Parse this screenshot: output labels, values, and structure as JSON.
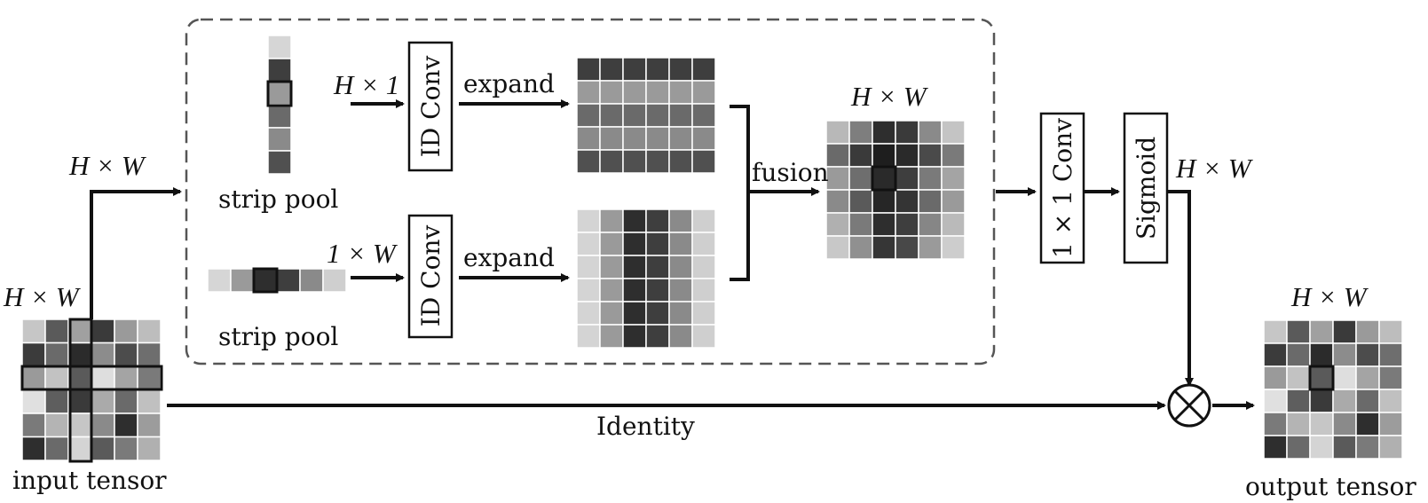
{
  "labels": {
    "hw_input": "H × W",
    "hw_branch": "H × W",
    "h1": "H × 1",
    "w1": "1 × W",
    "expand_top": "expand",
    "expand_bottom": "expand",
    "strip_pool_top": "strip pool",
    "strip_pool_bottom": "strip pool",
    "conv1d_top": "ID Conv",
    "conv1d_bottom": "ID Conv",
    "fusion": "fusion",
    "hw_fused": "H × W",
    "conv1x1": "1 × 1 Conv",
    "sigmoid": "Sigmoid",
    "hw_sigmoid": "H × W",
    "hw_output": "H × W",
    "identity": "Identity",
    "input_tensor": "input tensor",
    "output_tensor": "output tensor",
    "multiply_symbol": "⊗"
  },
  "grids": {
    "input": [
      [
        "#c6c6c6",
        "#5a5a5a",
        "#a0a0a0",
        "#3a3a3a",
        "#9a9a9a",
        "#bdbdbd"
      ],
      [
        "#3b3b3b",
        "#6a6a6a",
        "#2b2b2b",
        "#8c8c8c",
        "#4c4c4c",
        "#6e6e6e"
      ],
      [
        "#9a9a9a",
        "#c2c2c2",
        "#5a5a5a",
        "#dedede",
        "#a4a4a4",
        "#7a7a7a"
      ],
      [
        "#e0e0e0",
        "#5e5e5e",
        "#3a3a3a",
        "#aaaaaa",
        "#6a6a6a",
        "#c0c0c0"
      ],
      [
        "#7a7a7a",
        "#b4b4b4",
        "#c6c6c6",
        "#8a8a8a",
        "#2e2e2e",
        "#9c9c9c"
      ],
      [
        "#2e2e2e",
        "#6a6a6a",
        "#d4d4d4",
        "#5a5a5a",
        "#7a7a7a",
        "#b0b0b0"
      ]
    ],
    "output": [
      [
        "#c6c6c6",
        "#5a5a5a",
        "#a0a0a0",
        "#3a3a3a",
        "#9a9a9a",
        "#bdbdbd"
      ],
      [
        "#3b3b3b",
        "#6a6a6a",
        "#2b2b2b",
        "#8c8c8c",
        "#4c4c4c",
        "#6e6e6e"
      ],
      [
        "#9a9a9a",
        "#c2c2c2",
        "#5a5a5a",
        "#dedede",
        "#a4a4a4",
        "#7a7a7a"
      ],
      [
        "#e0e0e0",
        "#5e5e5e",
        "#3a3a3a",
        "#aaaaaa",
        "#6a6a6a",
        "#c0c0c0"
      ],
      [
        "#7a7a7a",
        "#b4b4b4",
        "#c6c6c6",
        "#8a8a8a",
        "#2e2e2e",
        "#9c9c9c"
      ],
      [
        "#2e2e2e",
        "#6a6a6a",
        "#d4d4d4",
        "#5a5a5a",
        "#7a7a7a",
        "#b0b0b0"
      ]
    ],
    "h_expand": [
      [
        "#3e3e3e",
        "#3e3e3e",
        "#3e3e3e",
        "#3e3e3e",
        "#3e3e3e",
        "#3e3e3e"
      ],
      [
        "#9a9a9a",
        "#9a9a9a",
        "#9a9a9a",
        "#9a9a9a",
        "#9a9a9a",
        "#9a9a9a"
      ],
      [
        "#6a6a6a",
        "#6a6a6a",
        "#6a6a6a",
        "#6a6a6a",
        "#6a6a6a",
        "#6a6a6a"
      ],
      [
        "#8a8a8a",
        "#8a8a8a",
        "#8a8a8a",
        "#8a8a8a",
        "#8a8a8a",
        "#8a8a8a"
      ],
      [
        "#505050",
        "#505050",
        "#505050",
        "#505050",
        "#505050",
        "#505050"
      ]
    ],
    "w_expand": [
      [
        "#d4d4d4",
        "#9a9a9a",
        "#2e2e2e",
        "#3e3e3e",
        "#8a8a8a",
        "#cfcfcf"
      ],
      [
        "#d4d4d4",
        "#9a9a9a",
        "#2e2e2e",
        "#3e3e3e",
        "#8a8a8a",
        "#cfcfcf"
      ],
      [
        "#d4d4d4",
        "#9a9a9a",
        "#2e2e2e",
        "#3e3e3e",
        "#8a8a8a",
        "#cfcfcf"
      ],
      [
        "#d4d4d4",
        "#9a9a9a",
        "#2e2e2e",
        "#3e3e3e",
        "#8a8a8a",
        "#cfcfcf"
      ],
      [
        "#d4d4d4",
        "#9a9a9a",
        "#2e2e2e",
        "#3e3e3e",
        "#8a8a8a",
        "#cfcfcf"
      ],
      [
        "#d4d4d4",
        "#9a9a9a",
        "#2e2e2e",
        "#3e3e3e",
        "#8a8a8a",
        "#cfcfcf"
      ]
    ],
    "fused": [
      [
        "#b8b8b8",
        "#7e7e7e",
        "#2e2e2e",
        "#3a3a3a",
        "#8a8a8a",
        "#c4c4c4"
      ],
      [
        "#6a6a6a",
        "#3a3a3a",
        "#1e1e1e",
        "#2a2a2a",
        "#4a4a4a",
        "#7a7a7a"
      ],
      [
        "#9a9a9a",
        "#6e6e6e",
        "#2a2a2a",
        "#3e3e3e",
        "#7a7a7a",
        "#a4a4a4"
      ],
      [
        "#8a8a8a",
        "#5a5a5a",
        "#262626",
        "#343434",
        "#6a6a6a",
        "#9a9a9a"
      ],
      [
        "#b0b0b0",
        "#7a7a7a",
        "#2e2e2e",
        "#3e3e3e",
        "#868686",
        "#bababa"
      ],
      [
        "#c8c8c8",
        "#909090",
        "#363636",
        "#484848",
        "#9a9a9a",
        "#cdcdcd"
      ]
    ],
    "v_strip": [
      "#d6d6d6",
      "#3e3e3e",
      "#9a9a9a",
      "#6a6a6a",
      "#8a8a8a",
      "#505050"
    ],
    "h_strip": [
      "#d6d6d6",
      "#9a9a9a",
      "#2e2e2e",
      "#3e3e3e",
      "#8a8a8a",
      "#cfcfcf"
    ]
  }
}
